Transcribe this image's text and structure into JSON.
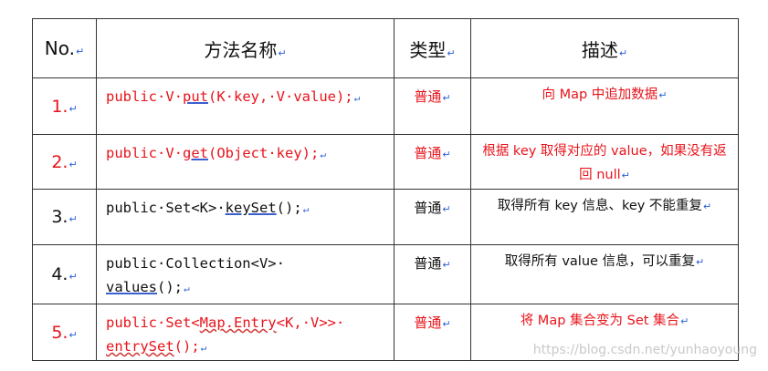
{
  "header": {
    "no": "No.",
    "method": "方法名称",
    "type": "类型",
    "desc": "描述",
    "mark": "↵"
  },
  "rows": [
    {
      "no": "1.",
      "method_parts": [
        "public·V·",
        "put",
        "(K·key,·V·value);"
      ],
      "type": "普通",
      "desc": "向 Map 中追加数据"
    },
    {
      "no": "2.",
      "method_parts": [
        "public·V·",
        "get",
        "(Object·key);"
      ],
      "type": "普通",
      "desc": "根据 key 取得对应的 value，如果没有返回 null"
    },
    {
      "no": "3.",
      "method_parts": [
        "public·Set<K>·",
        "keySet",
        "();"
      ],
      "type": "普通",
      "desc": "取得所有 key 信息、key 不能重复"
    },
    {
      "no": "4.",
      "method_parts": [
        "public·Collection<V>·",
        "values",
        "();"
      ],
      "type": "普通",
      "desc": "取得所有 value 信息，可以重复"
    },
    {
      "no": "5.",
      "method_parts": [
        "public·Set<",
        "Map.Entry",
        "<K,·V>>·",
        "entrySet",
        "();"
      ],
      "type": "普通",
      "desc": "将 Map 集合变为 Set 集合"
    }
  ],
  "watermark": "https://blog.csdn.net/yunhaoyoung",
  "colors": {
    "red_text": "#e8131b",
    "black_text": "#111111",
    "paragraph_mark": "#2a5fd8",
    "border": "#333333"
  }
}
